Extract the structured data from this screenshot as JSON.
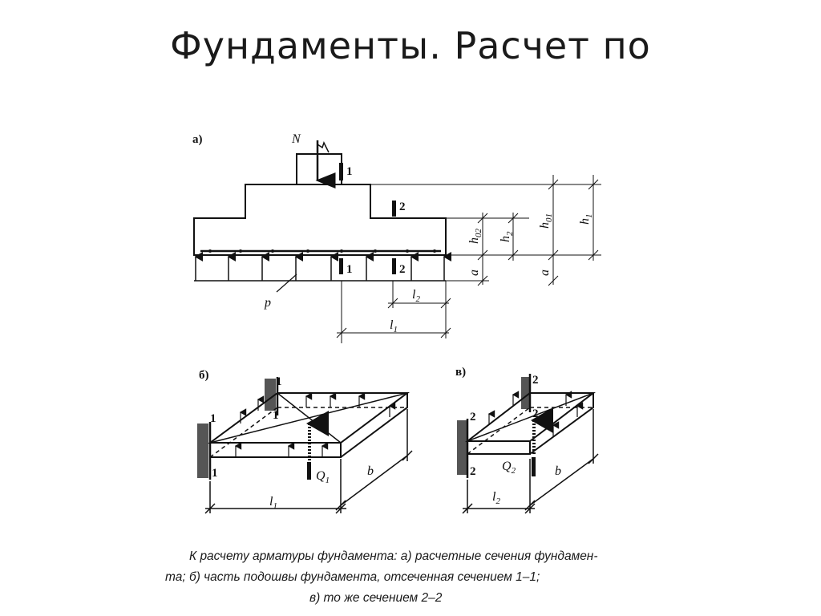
{
  "title": "Фундаменты. Расчет по",
  "panel_labels": {
    "a": "а)",
    "b": "б)",
    "v": "в)"
  },
  "symbols": {
    "N": "N",
    "p": "p",
    "h02": "h",
    "h02_sub": "02",
    "h2": "h",
    "h2_sub": "2",
    "h01": "h",
    "h01_sub": "01",
    "h1": "h",
    "h1_sub": "1",
    "a": "a",
    "l1": "l",
    "l1_sub": "1",
    "l2": "l",
    "l2_sub": "2",
    "b": "b",
    "Q1": "Q",
    "Q1_sub": "1",
    "Q2": "Q",
    "Q2_sub": "2"
  },
  "section_marks": {
    "s1": "1",
    "s2": "2"
  },
  "caption": {
    "line1": "К расчету арматуры фундамента: а) расчетные сечения фундамен-",
    "line2": "та; б) часть подошвы фундамента, отсеченная сечением 1–1;",
    "line3": "в) то же сечением 2–2"
  }
}
